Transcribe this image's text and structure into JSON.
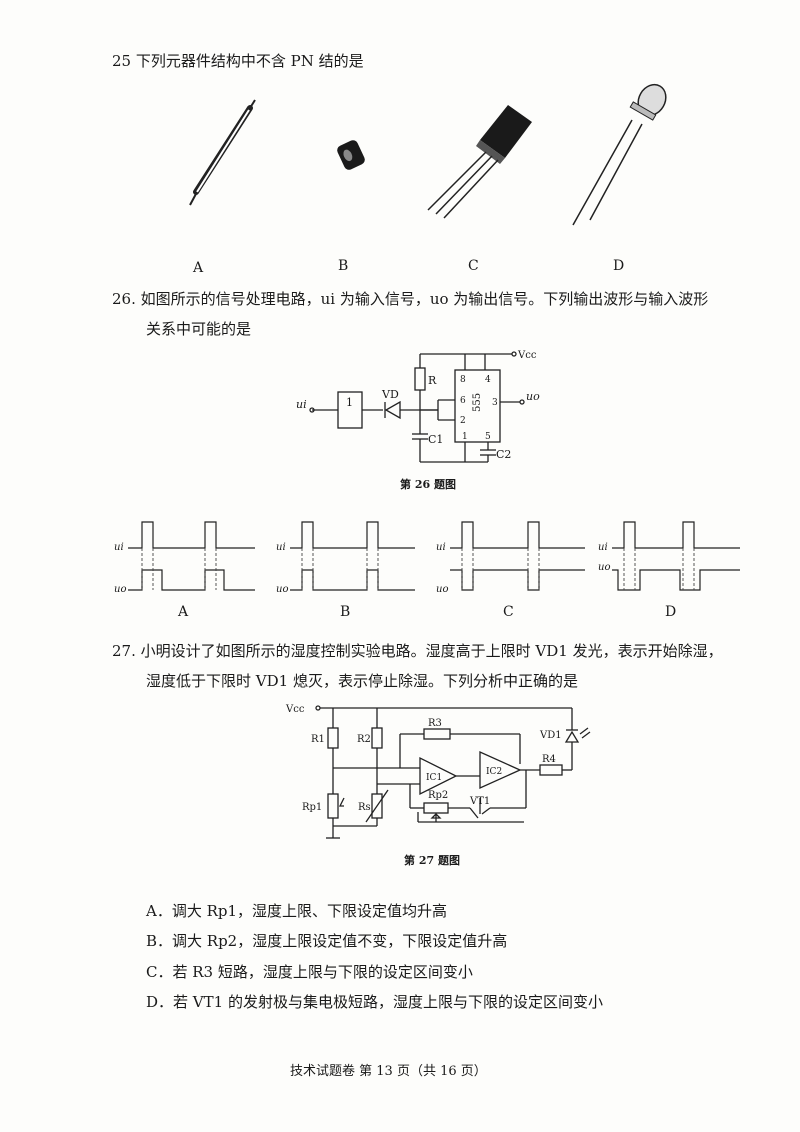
{
  "q25": {
    "stem": "25 下列元器件结构中不含 PN 结的是",
    "labels": [
      "A",
      "B",
      "C",
      "D"
    ]
  },
  "q26": {
    "stem_line1": "26. 如图所示的信号处理电路，ui 为输入信号，uo 为输出信号。下列输出波形与输入波形",
    "stem_line2": "关系中可能的是",
    "figure_caption": "第 26 题图",
    "circuit": {
      "vcc": "Vcc",
      "r": "R",
      "vd": "VD",
      "c1": "C1",
      "c2": "C2",
      "chip": "555",
      "ui": "ui",
      "uo": "uo",
      "gate": "1",
      "pins": [
        "8",
        "4",
        "6",
        "2",
        "3",
        "1",
        "5"
      ]
    },
    "wave_ui": "ui",
    "wave_uo": "uo",
    "options": [
      "A",
      "B",
      "C",
      "D"
    ]
  },
  "q27": {
    "stem_line1": "27. 小明设计了如图所示的湿度控制实验电路。湿度高于上限时 VD1 发光，表示开始除湿，",
    "stem_line2": "湿度低于下限时 VD1 熄灭，表示停止除湿。下列分析中正确的是",
    "figure_caption": "第 27 题图",
    "circuit": {
      "vcc": "Vcc",
      "r1": "R1",
      "r2": "R2",
      "r3": "R3",
      "r4": "R4",
      "rp1": "Rp1",
      "rp2": "Rp2",
      "rs": "Rs",
      "ic1": "IC1",
      "ic2": "IC2",
      "vt1": "VT1",
      "vd1": "VD1"
    },
    "choices": [
      "A．调大 Rp1，湿度上限、下限设定值均升高",
      "B．调大 Rp2，湿度上限设定值不变，下限设定值升高",
      "C．若 R3 短路，湿度上限与下限的设定区间变小",
      "D．若 VT1 的发射极与集电极短路，湿度上限与下限的设定区间变小"
    ]
  },
  "footer": "技术试题卷   第 13 页（共 16 页）"
}
